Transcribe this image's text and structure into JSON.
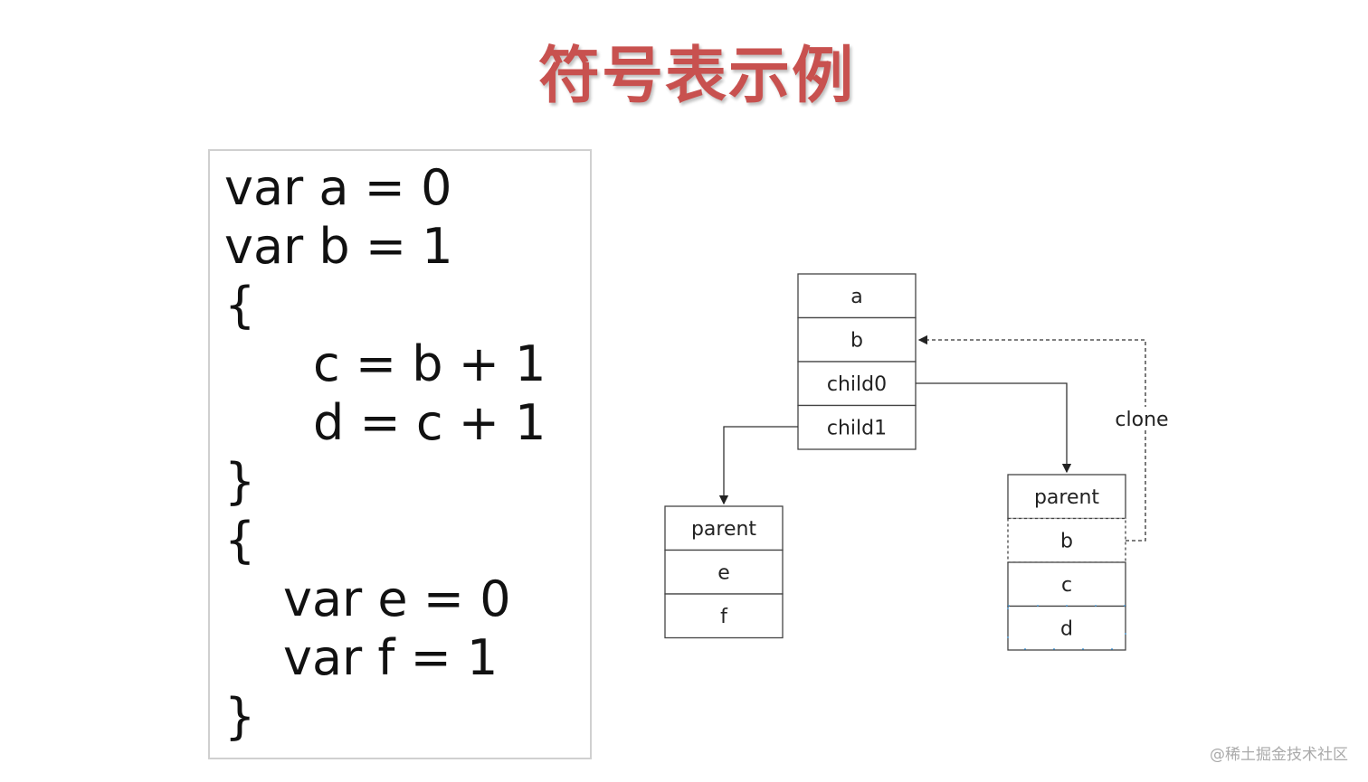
{
  "title": "符号表示例",
  "code_lines": [
    {
      "text": "var a = 0",
      "indent": 0
    },
    {
      "text": "var b = 1",
      "indent": 0
    },
    {
      "text": "{",
      "indent": 0
    },
    {
      "text": "c = b + 1",
      "indent": 2
    },
    {
      "text": "d = c + 1",
      "indent": 2
    },
    {
      "text": "}",
      "indent": 0
    },
    {
      "text": "{",
      "indent": 0
    },
    {
      "text": "var e = 0",
      "indent": 1
    },
    {
      "text": "var f = 1",
      "indent": 1
    },
    {
      "text": "}",
      "indent": 0
    }
  ],
  "diagram": {
    "global_scope": [
      "a",
      "b",
      "child0",
      "child1"
    ],
    "child1_scope": [
      "parent",
      "e",
      "f"
    ],
    "child0_scope": [
      "parent",
      "b",
      "c",
      "d"
    ],
    "clone_label": "clone"
  },
  "watermark": "@稀土掘金技术社区"
}
